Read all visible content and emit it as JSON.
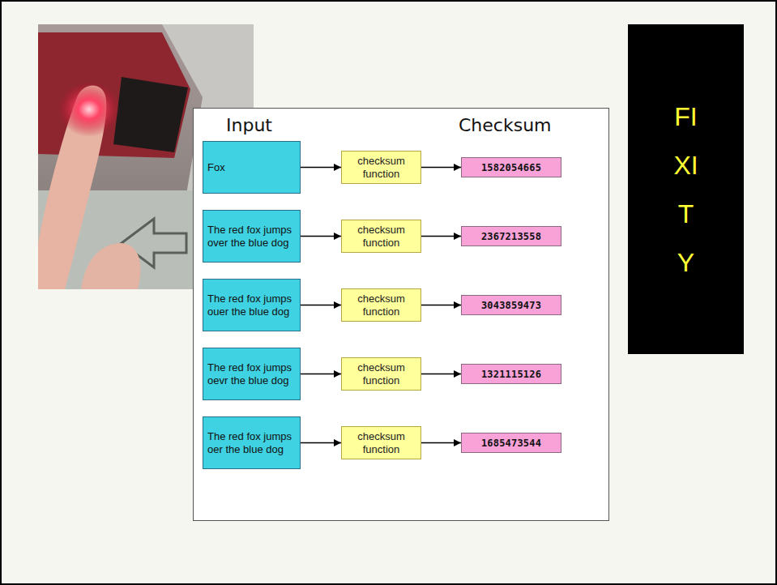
{
  "diagram": {
    "nodes": [
      {
        "text": [
          "Input",
          "Checksum"
        ]
      },
      {
        "text": [
          "Fox"
        ],
        "in": 0
      },
      {
        "text": [
          "checksum function"
        ],
        "in": 0
      },
      {
        "text": [
          "1582054665"
        ],
        "in": 0
      },
      {
        "text": [
          "The red fox jumps over the blue dog"
        ],
        "in": 0
      },
      {
        "text": [
          "checksum function"
        ],
        "in": 0
      },
      {
        "text": [
          "2367213558"
        ],
        "in": 0
      },
      {
        "text": [
          "The red fox jumps ouer the blue dog"
        ],
        "in": 0
      },
      {
        "text": [
          "checksum function"
        ],
        "in": 0
      },
      {
        "text": [
          "3043859473"
        ],
        "in": 0
      },
      {
        "text": [
          "The red fox jumps oevr the blue dog"
        ],
        "in": 0
      },
      {
        "text": [
          "checksum function"
        ],
        "in": 0
      },
      {
        "text": [
          "1321115126"
        ],
        "in": 0
      },
      {
        "text": [
          "The red fox jumps oer the blue dog"
        ],
        "in": 0
      },
      {
        "text": [
          "checksum function"
        ],
        "in": 0
      },
      {
        "text": [
          "1685473544"
        ],
        "in": 0
      },
      {
        "text": [
          "FIXITY"
        ]
      }
    ],
    "edges": [
      {
        "from": 1,
        "to": 2,
        "arrow": "to"
      },
      {
        "from": 2,
        "to": 3,
        "arrow": "to"
      },
      {
        "from": 4,
        "to": 5,
        "arrow": "to"
      },
      {
        "from": 5,
        "to": 6,
        "arrow": "to"
      },
      {
        "from": 7,
        "to": 8,
        "arrow": "to"
      },
      {
        "from": 8,
        "to": 9,
        "arrow": "to"
      },
      {
        "from": 10,
        "to": 11,
        "arrow": "to"
      },
      {
        "from": 11,
        "to": 12,
        "arrow": "to"
      },
      {
        "from": 13,
        "to": 14,
        "arrow": "to"
      },
      {
        "from": 14,
        "to": 15,
        "arrow": "to"
      }
    ]
  }
}
